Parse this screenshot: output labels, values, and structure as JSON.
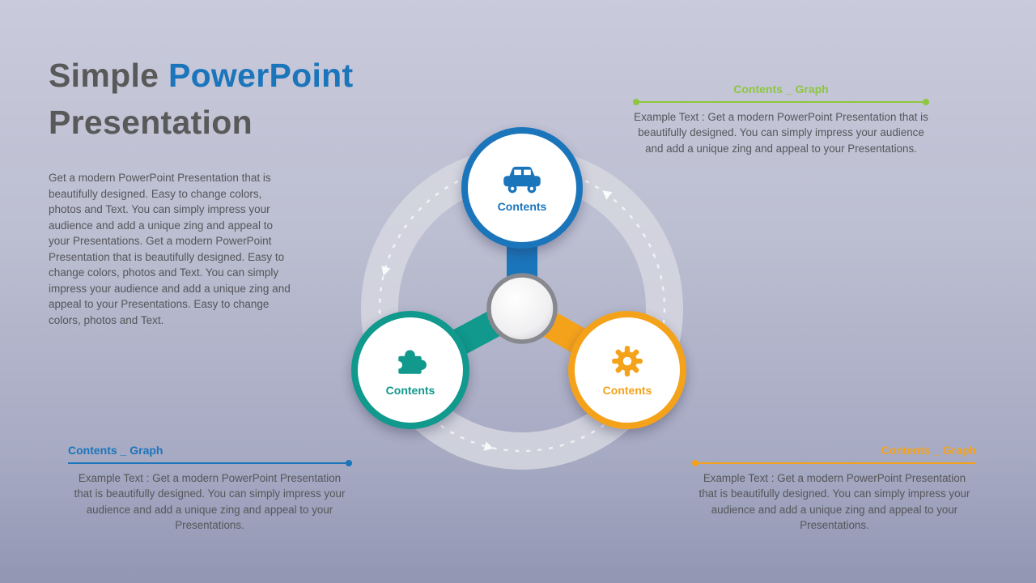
{
  "title": {
    "part1": "Simple",
    "part2": "PowerPoint",
    "line2": "Presentation",
    "accent_color": "#1b75bb",
    "text_color": "#595959"
  },
  "intro": {
    "text": "Get a modern PowerPoint  Presentation that is beautifully  designed.  Easy to change colors, photos and Text. You can simply impress your audience and add a unique zing and appeal to your Presentations. Get a modern PowerPoint Presentation that is beautifully  designed. Easy to change colors, photos and Text. You can simply impress your audience and add a unique zing and appeal to your Presentations. Easy to change colors, photos and Text."
  },
  "diagram": {
    "nodes": [
      {
        "label": "Contents",
        "icon": "car-icon",
        "color": "#1b75bb"
      },
      {
        "label": "Contents",
        "icon": "puzzle-icon",
        "color": "#10998c"
      },
      {
        "label": "Contents",
        "icon": "gear-icon",
        "color": "#f5a21b"
      }
    ],
    "ring_color": "#d7d8e1",
    "hub_border_color": "#87898f"
  },
  "callouts": {
    "top_right": {
      "title": "Contents _ Graph",
      "color": "#8dc63f",
      "text": "Example Text : Get a modern PowerPoint Presentation that is beautifully  designed. You can simply impress your audience and add a unique zing and appeal to your Presentations."
    },
    "bottom_left": {
      "title": "Contents _ Graph",
      "color": "#1b75bb",
      "text": "Example Text : Get a modern PowerPoint Presentation that is beautifully  designed. You can simply impress your  audience and add a unique zing and appeal to your Presentations."
    },
    "bottom_right": {
      "title": "Contents _ Graph",
      "color": "#f5a21b",
      "text": "Example Text : Get a modern PowerPoint Presentation that is beautifully  designed. You can simply impress your  audience and add a unique zing and appeal to your Presentations."
    }
  }
}
